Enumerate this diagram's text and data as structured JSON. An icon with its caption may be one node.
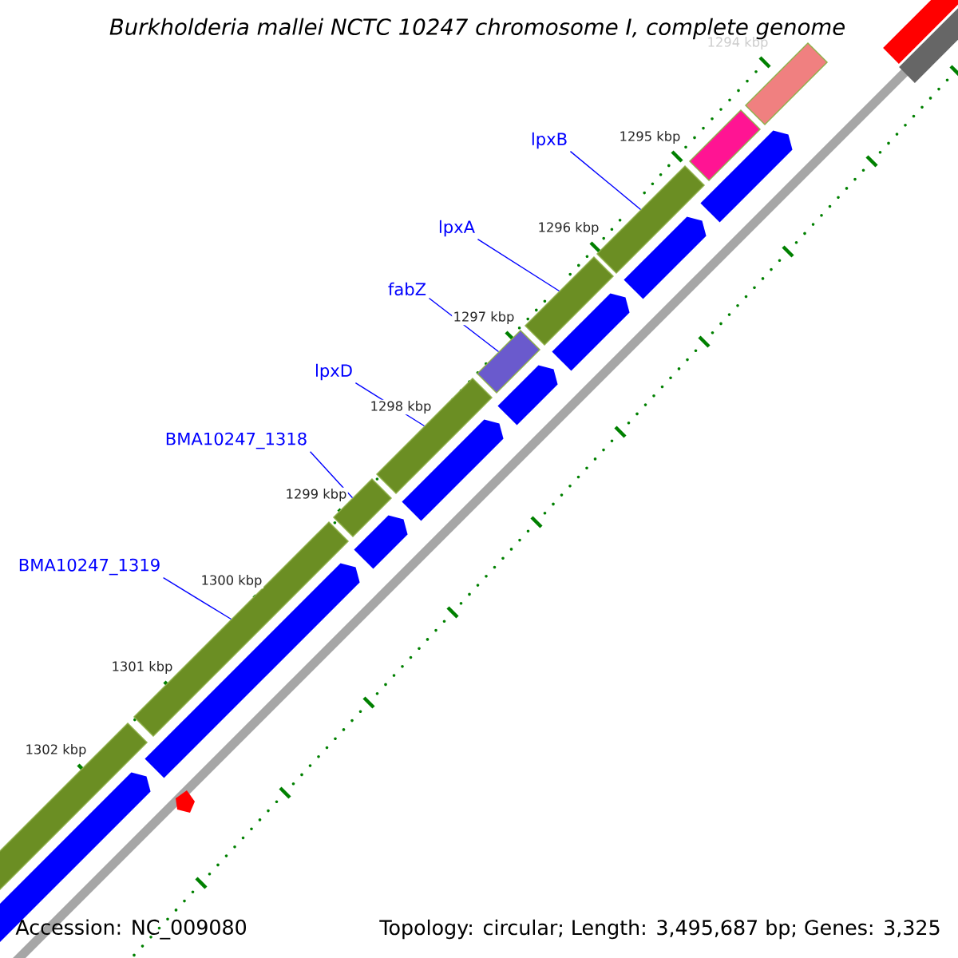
{
  "diagram": {
    "title": "Burkholderia mallei NCTC 10247 chromosome I, complete genome",
    "nodes": [
      {
        "text": [
          "lpxB"
        ]
      },
      {
        "text": [
          "lpxA"
        ]
      },
      {
        "text": [
          "fabZ"
        ]
      },
      {
        "text": [
          "lpxD"
        ]
      },
      {
        "text": [
          "BMA10247_1318"
        ]
      },
      {
        "text": [
          "BMA10247_1319"
        ]
      },
      {
        "text": [],
        "shape": "bar"
      },
      {
        "text": [],
        "shape": "bar"
      },
      {
        "text": [],
        "shape": "bar"
      },
      {
        "text": [],
        "shape": "bar"
      },
      {
        "text": [],
        "shape": "bar"
      },
      {
        "text": [],
        "shape": "bar"
      },
      {
        "text": [],
        "shape": "arrow"
      },
      {
        "text": [],
        "shape": "arrow"
      },
      {
        "text": [],
        "shape": "arrow"
      },
      {
        "text": [],
        "shape": "arrow"
      },
      {
        "text": [],
        "shape": "arrow"
      },
      {
        "text": [],
        "shape": "arrow"
      },
      {
        "text": [],
        "shape": "arrow"
      },
      {
        "text": [],
        "shape": "arrow"
      },
      {
        "text": [],
        "shape": "bar"
      },
      {
        "text": [],
        "shape": "bar"
      },
      {
        "text": [],
        "shape": "bar"
      }
    ],
    "edges": [
      {
        "from": 0,
        "to": 6,
        "arrow": "none"
      },
      {
        "from": 1,
        "to": 7,
        "arrow": "none"
      },
      {
        "from": 2,
        "to": 8,
        "arrow": "none"
      },
      {
        "from": 3,
        "to": 9,
        "arrow": "none"
      },
      {
        "from": 4,
        "to": 10,
        "arrow": "none"
      },
      {
        "from": 5,
        "to": 11,
        "arrow": "none"
      }
    ],
    "labels": [
      "1294 kbp",
      "1295 kbp",
      "1296 kbp",
      "1297 kbp",
      "1298 kbp",
      "1299 kbp",
      "1300 kbp",
      "1301 kbp",
      "1302 kbp",
      "Accession: NC_009080",
      "Topology: circular; Length: 3,495,687 bp; Genes: 3,325"
    ]
  }
}
